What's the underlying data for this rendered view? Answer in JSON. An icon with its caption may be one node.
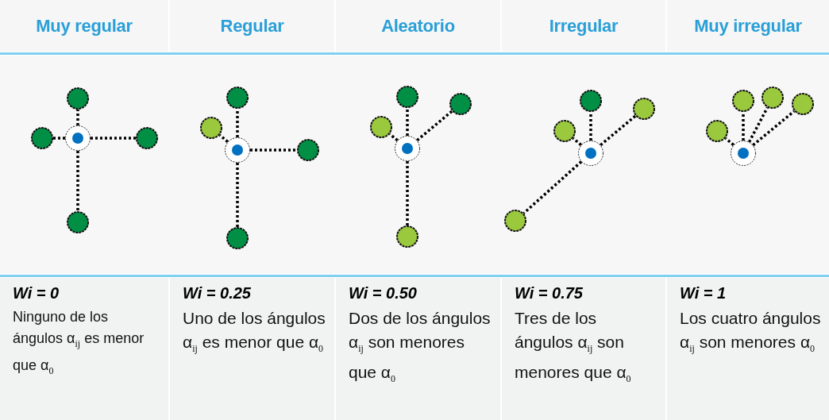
{
  "diagram": {
    "nodes": [
      {
        "text": [],
        "shape": "circle"
      },
      {
        "text": [],
        "shape": "circle"
      },
      {
        "text": [],
        "shape": "circle"
      },
      {
        "text": [],
        "shape": "circle"
      },
      {
        "text": [],
        "shape": "circle"
      },
      {
        "text": [],
        "shape": "circle"
      },
      {
        "text": [],
        "shape": "circle"
      },
      {
        "text": [],
        "shape": "circle"
      },
      {
        "text": [],
        "shape": "circle"
      },
      {
        "text": [],
        "shape": "circle"
      },
      {
        "text": [],
        "shape": "circle"
      },
      {
        "text": [],
        "shape": "circle"
      },
      {
        "text": [],
        "shape": "circle"
      },
      {
        "text": [],
        "shape": "circle"
      },
      {
        "text": [],
        "shape": "circle"
      },
      {
        "text": [],
        "shape": "circle"
      },
      {
        "text": [],
        "shape": "circle"
      },
      {
        "text": [],
        "shape": "circle"
      },
      {
        "text": [],
        "shape": "circle"
      },
      {
        "text": [],
        "shape": "circle"
      },
      {
        "text": [],
        "shape": "circle"
      },
      {
        "text": [],
        "shape": "circle"
      },
      {
        "text": [],
        "shape": "circle"
      },
      {
        "text": [],
        "shape": "circle"
      },
      {
        "text": [],
        "shape": "circle"
      }
    ],
    "edges": [
      {
        "from": 2,
        "to": 0,
        "arrow": "none"
      },
      {
        "from": 2,
        "to": 1,
        "arrow": "none"
      },
      {
        "from": 2,
        "to": 3,
        "arrow": "none"
      },
      {
        "from": 2,
        "to": 4,
        "arrow": "none"
      },
      {
        "from": 7,
        "to": 5,
        "arrow": "none"
      },
      {
        "from": 7,
        "to": 6,
        "arrow": "none"
      },
      {
        "from": 7,
        "to": 8,
        "arrow": "none"
      },
      {
        "from": 7,
        "to": 9,
        "arrow": "none"
      },
      {
        "from": 13,
        "to": 10,
        "arrow": "none"
      },
      {
        "from": 13,
        "to": 11,
        "arrow": "none"
      },
      {
        "from": 13,
        "to": 12,
        "arrow": "none"
      },
      {
        "from": 13,
        "to": 14,
        "arrow": "none"
      },
      {
        "from": 18,
        "to": 15,
        "arrow": "none"
      },
      {
        "from": 18,
        "to": 16,
        "arrow": "none"
      },
      {
        "from": 18,
        "to": 17,
        "arrow": "none"
      },
      {
        "from": 18,
        "to": 19,
        "arrow": "none"
      },
      {
        "from": 24,
        "to": 20,
        "arrow": "none"
      },
      {
        "from": 24,
        "to": 21,
        "arrow": "none"
      },
      {
        "from": 24,
        "to": 22,
        "arrow": "none"
      },
      {
        "from": 24,
        "to": 23,
        "arrow": "none"
      }
    ],
    "labels": [
      "Muy regular",
      "Regular",
      "Aleatorio",
      "Irregular",
      "Muy irregular",
      "Wi = 0",
      "Ninguno de los ángulos α$_{ij}$ es menor que α$_{0}$",
      "Wi = 0.25",
      "Uno de los ángulos α$_{ij}$ es menor que α$_{0}$",
      "Wi = 0.50",
      "Dos de los ángulos α$_{ij}$ son menores que α$_{0}$",
      "Wi = 0.75",
      "Tres de los ángulos α$_{ij}$ son menores que α$_{0}$",
      "Wi = 1",
      "Los cuatro ángulos α$_{ij}$ son menores α$_{0}$"
    ]
  }
}
